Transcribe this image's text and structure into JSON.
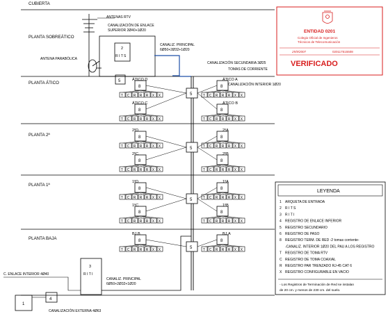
{
  "floors": {
    "cubierta": "CUBIERTA",
    "sobreatico": "PLANTA SOBREÁTICO",
    "atico": "PLANTA ÁTICO",
    "segunda": "PLANTA 2ª",
    "primera": "PLANTA 1ª",
    "baja": "PLANTA BAJA"
  },
  "labels": {
    "antenas": "ANTENAS RTV",
    "enlace_superior_1": "CANALIZACIÓN DE ENLACE",
    "enlace_superior_2": "SUPERIOR 2Ø40+1Ø20",
    "parabolica": "ANTENA PARABÓLICA",
    "rits_num": "2",
    "rits": "R I T S",
    "canaliz_principal_top_1": "CANALIZ. PRINCIPAL",
    "canaliz_principal_top_2": "6Ø50+2Ø32+1Ø20",
    "canaliz_secundaria": "CANALIZACIÓN SECUNDARIA 3Ø25",
    "tomas_corriente": "TOMAS DE CORRIENTE",
    "canaliz_interior": "CANALIZACIÓN INTERIOR 1Ø20",
    "riti_num": "3",
    "riti": "R I T I",
    "canaliz_principal_bottom_1": "CANALIZ. PRINCIPAL",
    "canaliz_principal_bottom_2": "6Ø50+2Ø32+1Ø20",
    "enlace_inferior": "C. ENLACE INTERIOR 4Ø40",
    "externa": "CANALIZACIÓN EXTERNA 4Ø63",
    "arqueta": "1",
    "paso": "4"
  },
  "units": {
    "atico_d": "ÁTICO D",
    "atico_a": "ÁTICO A",
    "atico_c": "ÁTICO C",
    "atico_b": "ÁTICO B",
    "p2_d": "2ºD",
    "p2_a": "2ºA",
    "p2_c": "2ºC",
    "p2_b": "2ºB",
    "p1_d": "1ºD",
    "p1_a": "1ºA",
    "p1_c": "1ºC",
    "p1_b": "1ºB",
    "pb_b": "BJ.B",
    "pb_a": "BJ.A"
  },
  "box_codes": {
    "register": "5",
    "pau": "8"
  },
  "outlet_codes": [
    "T",
    "C",
    "R",
    "R",
    "R",
    "X",
    "X"
  ],
  "stamp": {
    "entidad": "ENTIDAD 0201",
    "colegio_1": "Colegio Oficial de Ingenieros",
    "colegio_2": "Técnicos de Telecomunicación",
    "fecha": "25/9/2007",
    "codigo": "020117515508",
    "verificado": "VERIFICADO"
  },
  "legend": {
    "title": "LEYENDA",
    "items": [
      {
        "code": "1",
        "text": "ARQUETA DE ENTRADA"
      },
      {
        "code": "2",
        "text": "R I T S"
      },
      {
        "code": "3",
        "text": "R I T I"
      },
      {
        "code": "4",
        "text": "REGISTRO DE ENLACE INFERIOR"
      },
      {
        "code": "5",
        "text": "REGISTRO SECUNDARIO"
      },
      {
        "code": "6",
        "text": "REGISTRO DE PASO"
      },
      {
        "code": "8",
        "text": "REGISTRO TERM. DE RED -2 tomas corriente-"
      },
      {
        "code": "",
        "text": "-CANALIZ. INTERIOR 1Ø20 DEL PAU A LOS REGISTRO"
      },
      {
        "code": "T",
        "text": "REGISTRO DE TOMA RTV"
      },
      {
        "code": "C",
        "text": "REGISTRO DE TOMA COAXIAL"
      },
      {
        "code": "R",
        "text": "REGISTRO PAR TRENZADO RJ-45 CAT 6"
      },
      {
        "code": "X",
        "text": "REGISTRO CONFIGURABLE EN VACIO"
      }
    ],
    "note_1": "- Los Registros de Terminación de Red se instalan",
    "note_2": "de 20 cm. y menos de 230 cm. del suelo."
  }
}
